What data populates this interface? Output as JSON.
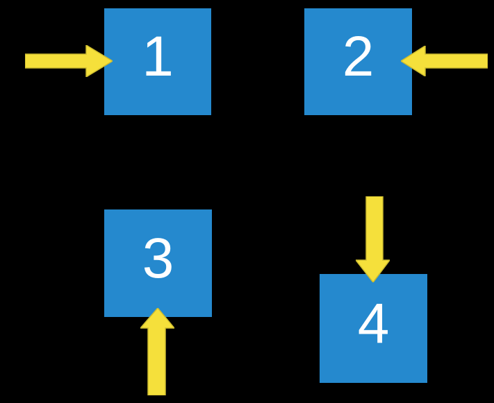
{
  "diagram": {
    "title": "numbered-squares-with-arrows",
    "colors": {
      "background": "#000000",
      "square_fill": "#2589CE",
      "arrow_fill": "#F5E03B",
      "arrow_outline": "#CDBC2F",
      "label_text": "#FFFFFF"
    },
    "squares": [
      {
        "label": "1",
        "arrow_direction": "right",
        "arrow_points_from": "left"
      },
      {
        "label": "2",
        "arrow_direction": "left",
        "arrow_points_from": "right"
      },
      {
        "label": "3",
        "arrow_direction": "up",
        "arrow_points_from": "below"
      },
      {
        "label": "4",
        "arrow_direction": "down",
        "arrow_points_from": "above"
      }
    ]
  }
}
